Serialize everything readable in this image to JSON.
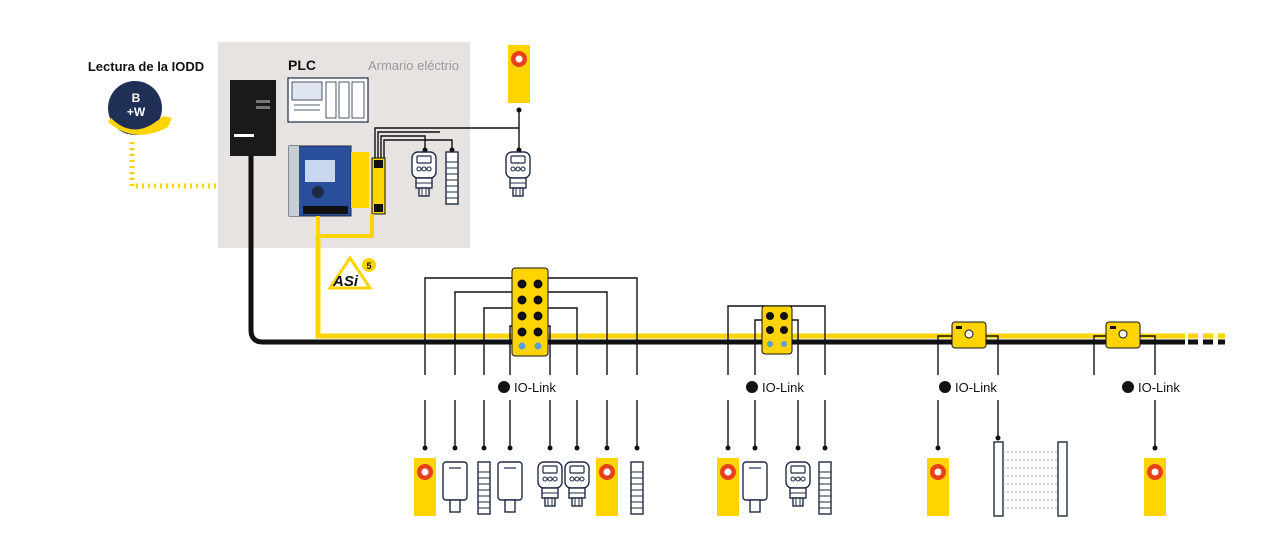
{
  "iodd_label": "Lectura de la IODD",
  "iodd_logo_text": "B\n+W",
  "plc_label": "PLC",
  "cabinet_label": "Armario eléctrio",
  "asi_logo_text": "ASi",
  "asi_version": "5",
  "iolink_labels": [
    "IO-Link",
    "IO-Link",
    "IO-Link",
    "IO-Link"
  ],
  "colors": {
    "asi_yellow": "#ffd400",
    "cabinet_grey": "#e6e3e1",
    "navy": "#1e2b45",
    "red_button": "#e8401c",
    "iodd_blue": "#1f2f55"
  },
  "icons": [
    "plc-cpu-icon",
    "power-supply-icon",
    "asi-gateway-icon",
    "io-module-icon",
    "emergency-stop-icon",
    "pressure-sensor-icon",
    "inductive-sensor-icon",
    "light-curtain-icon",
    "iolink-icon",
    "asi-logo-icon",
    "iodd-logo-icon"
  ]
}
